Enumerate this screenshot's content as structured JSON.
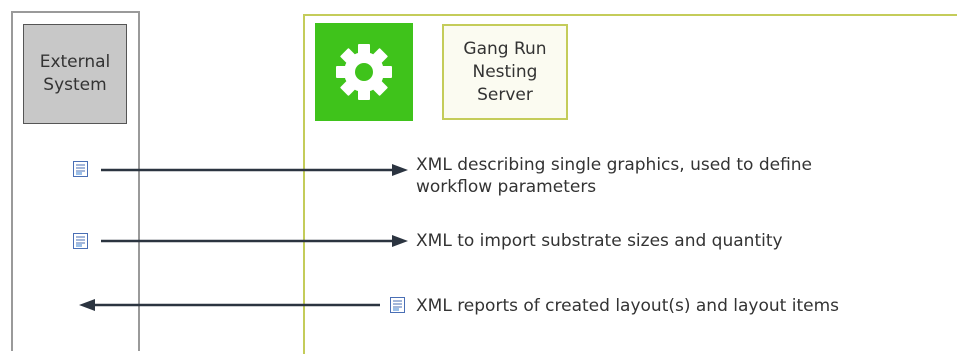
{
  "external": {
    "label_line1": "External",
    "label_line2": "System"
  },
  "server": {
    "label_line1": "Gang Run",
    "label_line2": "Nesting",
    "label_line3": "Server"
  },
  "messages": [
    {
      "line1": "XML describing single graphics, used to define",
      "line2": "workflow parameters"
    },
    {
      "line1": "XML to import substrate sizes and quantity"
    },
    {
      "line1": "XML reports of created layout(s) and layout items"
    }
  ],
  "icons": {
    "gear": "gear-icon",
    "document": "xml-document-icon"
  },
  "colors": {
    "gear_tile": "#3fc31b",
    "server_border": "#c4cc5a",
    "external_box": "#c8c8c8",
    "arrow": "#2b3440"
  }
}
